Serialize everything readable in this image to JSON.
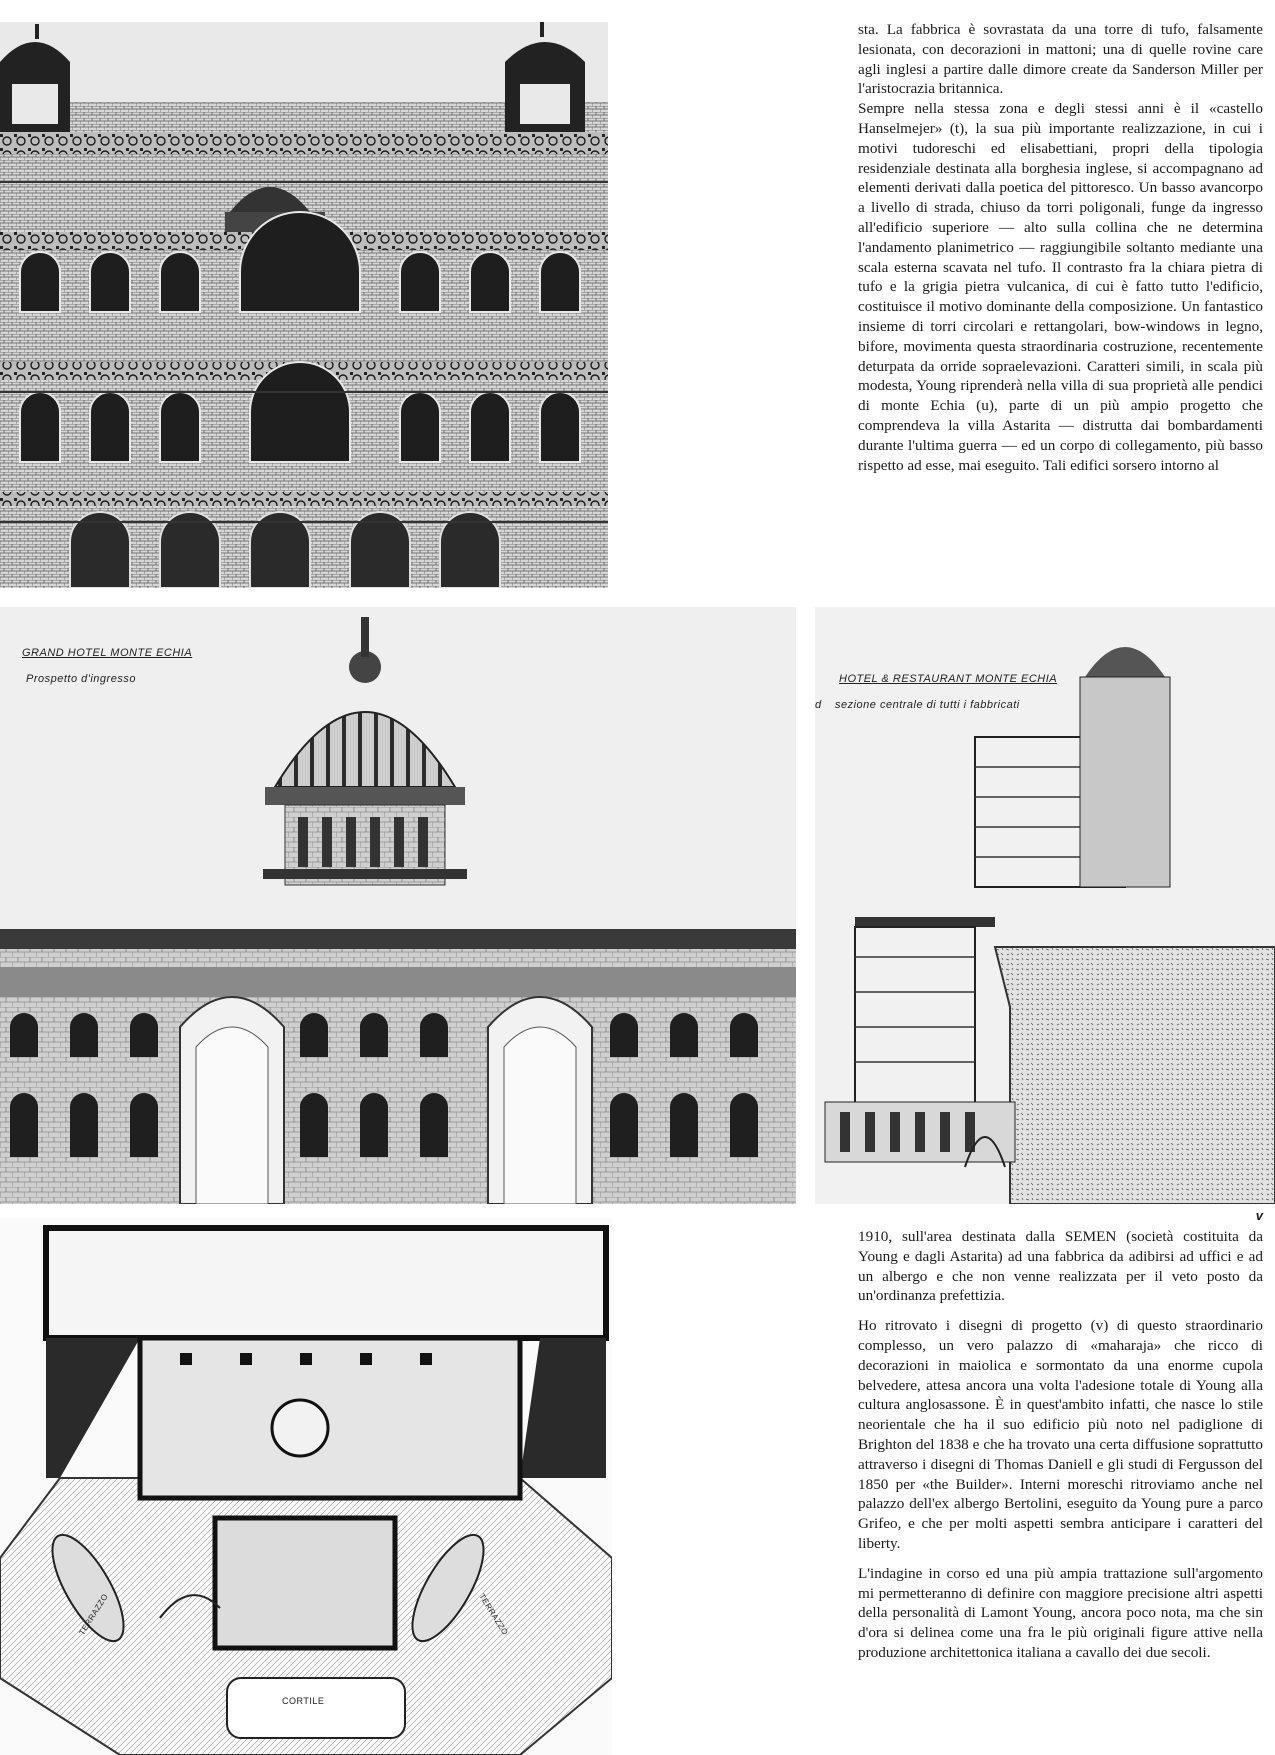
{
  "captions": {
    "prospect_title": "GRAND HOTEL MONTE ECHIA",
    "prospect_sub": "Prospetto d'ingresso",
    "section_title": "HOTEL & RESTAURANT MONTE ECHIA",
    "section_sub": "sezione centrale di tutti i fabbricati",
    "section_letter": "d",
    "plan_labels": [
      "CORTILE",
      "TERRAZZO",
      "TERRAZZO"
    ]
  },
  "figure_letter": "v",
  "text_top": [
    "sta. La fabbrica è sovrastata da una torre di tufo, falsamente lesionata, con decorazioni in mattoni; una di quelle rovine care agli inglesi a partire dalle dimore create da Sanderson Miller per l'aristocrazia britannica.",
    "Sempre nella stessa zona e degli stessi anni è il «castello Hanselmejer» (t), la sua più importante realizzazione, in cui i motivi tudoreschi ed elisabettiani, propri della tipologia residenziale destinata alla borghesia inglese, si accompagnano ad elementi derivati dalla poetica del pittoresco. Un basso avancorpo a livello di strada, chiuso da torri poligonali, funge da ingresso all'edificio superiore — alto sulla collina che ne determina l'andamento planimetrico — raggiungibile soltanto mediante una scala esterna scavata nel tufo. Il contrasto fra la chiara pietra di tufo e la grigia pietra vulcanica, di cui è fatto tutto l'edificio, costituisce il motivo dominante della composizione. Un fantastico insieme di torri circolari e rettangolari, bow-windows in legno, bifore, movimenta questa straordinaria costruzione, recentemente deturpata da orride sopraelevazioni. Caratteri simili, in scala più modesta, Young riprenderà nella villa di sua proprietà alle pendici di monte Echia (u), parte di un più ampio progetto che comprendeva la villa Astarita — distrutta dai bombardamenti durante l'ultima guerra — ed un corpo di collegamento, più basso rispetto ad esse, mai eseguito. Tali edifici sorsero intorno al"
  ],
  "text_bottom": [
    "1910, sull'area destinata dalla SEMEN (società costituita da Young e dagli Astarita) ad una fabbrica da adibirsi ad uffici e ad un albergo e che non venne realizzata per il veto posto da un'ordinanza prefettizia.",
    "Ho ritrovato i disegni di progetto (v) di questo straordinario complesso, un vero palazzo di «maharaja» che ricco di decorazioni in maiolica e sormontato da una enorme cupola belvedere, attesa ancora una volta l'adesione totale di Young alla cultura anglosassone. È in quest'ambito infatti, che nasce lo stile neorientale che ha il suo edificio più noto nel padiglione di Brighton del 1838 e che ha trovato una certa diffusione soprattutto attraverso i disegni di Thomas Daniell e gli studi di Fergusson del 1850 per «the Builder». Interni moreschi ritroviamo anche nel palazzo dell'ex albergo Bertolini, eseguito da Young pure a parco Grifeo, e che per molti aspetti sembra anticipare i caratteri del liberty.",
    "L'indagine in corso ed una più ampia trattazione sull'argomento mi permetteranno di definire con maggiore precisione altri aspetti della personalità di Lamont Young, ancora poco nota, ma che sin d'ora si delinea come una fra le più originali figure attive nella produzione architettonica italiana a cavallo dei due secoli."
  ]
}
